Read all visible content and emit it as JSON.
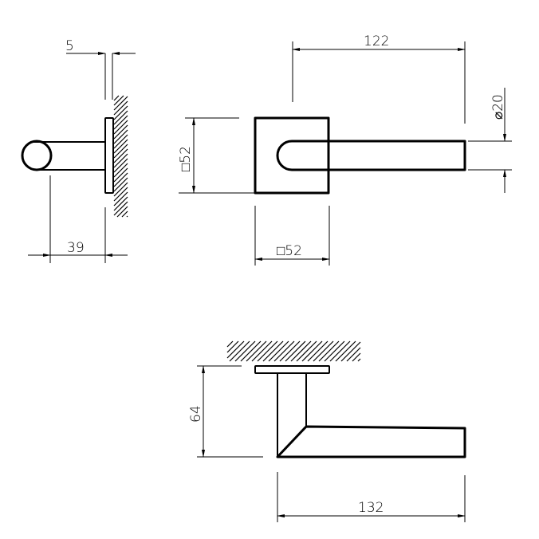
{
  "title": "Lever handle on square rose – dimensional drawing",
  "dimensions": {
    "side_rose_thickness": "5",
    "side_projection": "39",
    "front_lever_length": "122",
    "front_lever_diameter": "⌀20",
    "front_rose_height": "□52",
    "front_rose_width": "□52",
    "bottom_height": "64",
    "bottom_length": "132"
  },
  "colors": {
    "line": "#000000",
    "background": "#ffffff"
  }
}
